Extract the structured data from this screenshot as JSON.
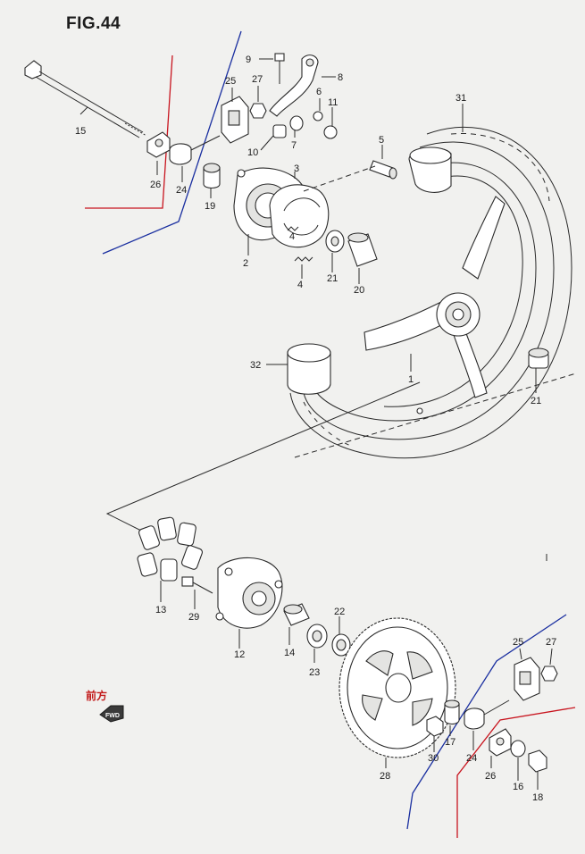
{
  "figure": {
    "title": "FIG.44"
  },
  "forward_marker": {
    "text_jp": "前方",
    "arrow_text": "FWD"
  },
  "parts": [
    {
      "label": "1"
    },
    {
      "label": "2"
    },
    {
      "label": "3"
    },
    {
      "label": "4"
    },
    {
      "label": "4"
    },
    {
      "label": "5"
    },
    {
      "label": "6"
    },
    {
      "label": "7"
    },
    {
      "label": "8"
    },
    {
      "label": "9"
    },
    {
      "label": "10"
    },
    {
      "label": "11"
    },
    {
      "label": "12"
    },
    {
      "label": "13"
    },
    {
      "label": "14"
    },
    {
      "label": "15"
    },
    {
      "label": "16"
    },
    {
      "label": "17"
    },
    {
      "label": "18"
    },
    {
      "label": "19"
    },
    {
      "label": "20"
    },
    {
      "label": "21"
    },
    {
      "label": "21"
    },
    {
      "label": "22"
    },
    {
      "label": "23"
    },
    {
      "label": "24"
    },
    {
      "label": "24"
    },
    {
      "label": "25"
    },
    {
      "label": "25"
    },
    {
      "label": "26"
    },
    {
      "label": "26"
    },
    {
      "label": "27"
    },
    {
      "label": "27"
    },
    {
      "label": "28"
    },
    {
      "label": "29"
    },
    {
      "label": "30"
    },
    {
      "label": "31"
    },
    {
      "label": "32"
    }
  ],
  "colors": {
    "red_marker": "#c8141e",
    "blue_marker": "#1a2fa0",
    "line": "#2a2a2a"
  }
}
